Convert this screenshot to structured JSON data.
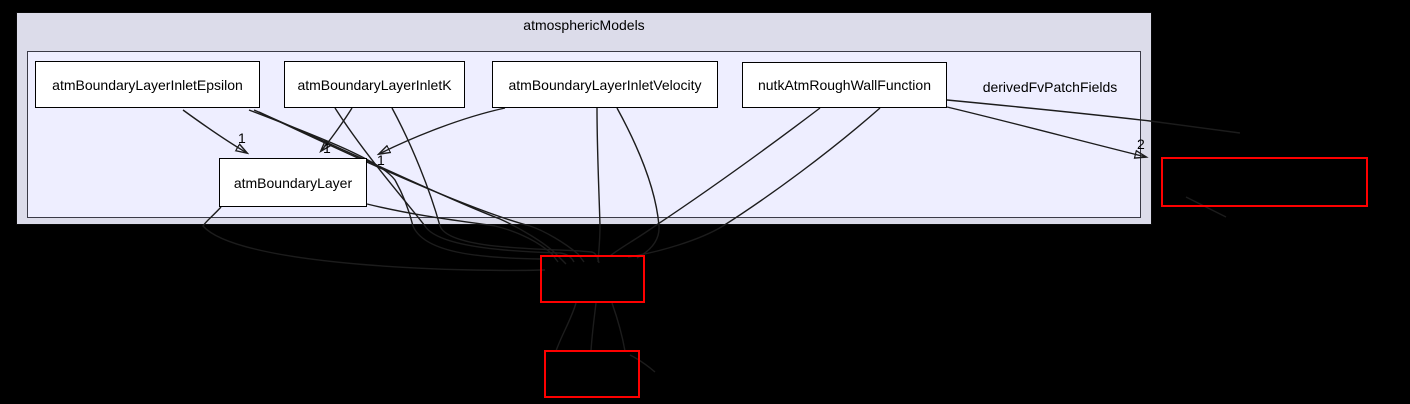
{
  "diagram": {
    "type": "directory-dependency-graph",
    "outer_cluster": {
      "label": "atmosphericModels"
    },
    "inner_cluster": {
      "label": "derivedFvPatchFields"
    },
    "nodes": [
      {
        "label": "atmBoundaryLayerInletEpsilon"
      },
      {
        "label": "atmBoundaryLayerInletK"
      },
      {
        "label": "atmBoundaryLayerInletVelocity"
      },
      {
        "label": "nutkAtmRoughWallFunction"
      },
      {
        "label": "atmBoundaryLayer"
      }
    ],
    "edge_labels": [
      "1",
      "1",
      "1",
      "2"
    ],
    "truncated_boxes": {
      "count": 3,
      "visible_label": "",
      "border_color": "#ff0000"
    },
    "colors": {
      "page_background": "#000000",
      "outer_cluster_fill": "#dcdcea",
      "inner_cluster_fill": "#eeeeff",
      "node_fill": "#ffffff",
      "node_border": "#000000",
      "edge": "#1c1c1c",
      "truncated_border": "#ff0000",
      "text": "#000000"
    }
  }
}
